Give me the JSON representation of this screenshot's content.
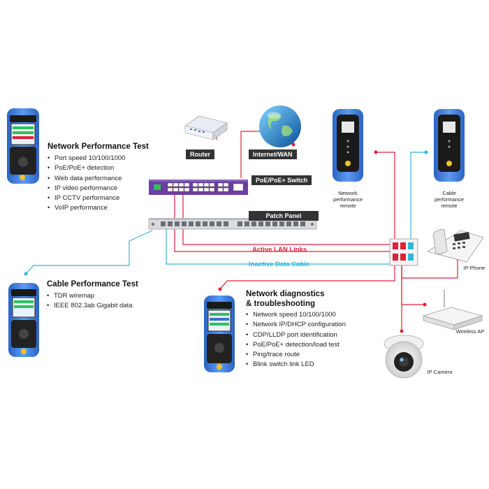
{
  "colors": {
    "red_link": "#e0203a",
    "cyan_link": "#2fb7d6",
    "switch": "#6b3fa0",
    "tester_blue": "#3c7ad6"
  },
  "devices": {
    "router": "Router",
    "internet": "Internet/WAN",
    "poe_switch": "PoE/PoE+ Switch",
    "patch_panel": "Patch Panel",
    "network_remote": "Network performance remote",
    "cable_remote": "Cable performance remote",
    "ip_phone": "IP Phone",
    "wireless_ap": "Wireless AP",
    "ip_camera": "IP Camera"
  },
  "links": {
    "active": "Active LAN Links",
    "inactive": "Inactive Data Cable"
  },
  "sections": {
    "network_perf": {
      "title": "Network Performance Test",
      "items": [
        "Port speed 10/100/1000",
        "PoE/PoE+ detection",
        "Web data performance",
        "IP video performance",
        "IP CCTV performance",
        "VoIP performance"
      ]
    },
    "cable_perf": {
      "title": "Cable Performance Test",
      "items": [
        "TDR wiremap",
        "IEEE 802.3ab Gigabit data"
      ]
    },
    "diagnostics": {
      "title_line1": "Network diagnostics",
      "title_line2": "& troubleshooting",
      "items": [
        "Network speed 10/100/1000",
        "Network IP/DHCP configuration",
        "CDP/LLDP port identification",
        "PoE/PoE+ detection/load test",
        "Ping/trace route",
        "Blink switch link LED"
      ]
    }
  }
}
